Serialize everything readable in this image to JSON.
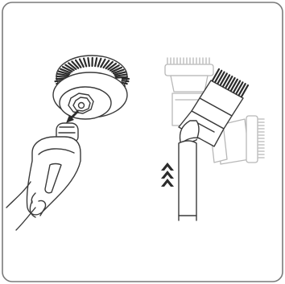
{
  "figure": {
    "panels": [
      {
        "id": "attach-brush",
        "arrow": "arrow-down-icon",
        "part": "round-scrub-brush"
      },
      {
        "id": "adjust-angle",
        "arrow": "double-chevron-up-icon",
        "part": "angled-flat-brush"
      }
    ],
    "colors": {
      "stroke": "#3a3a3a",
      "ghost": "#b8b8b8",
      "dark": "#2b2b2b",
      "fill": "#ffffff",
      "frame": "#7a7a7a"
    }
  }
}
